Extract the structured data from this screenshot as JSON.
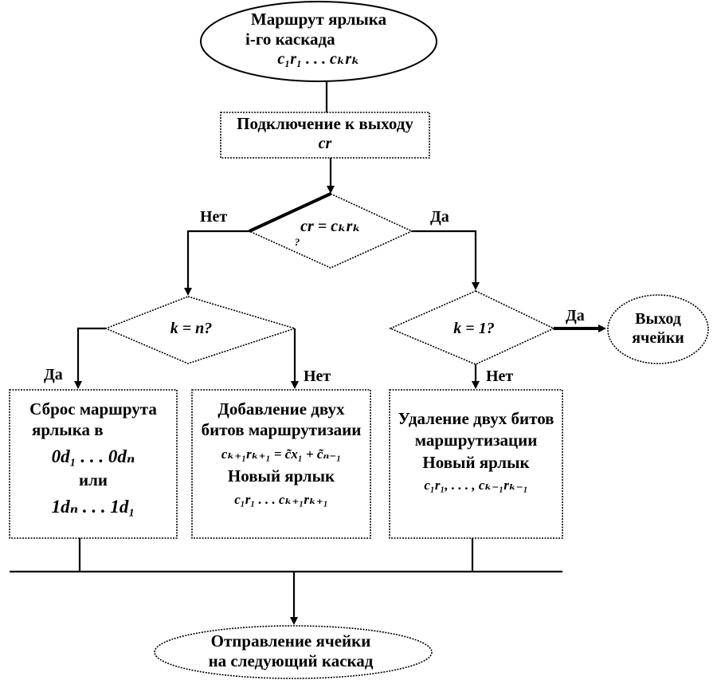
{
  "diagram": {
    "start": {
      "line1": "Маршрут ярлыка",
      "line2": "i-го каскада",
      "formula": "c₁r₁ . . . cₖrₖ"
    },
    "connect": {
      "line1": "Подключение к выходу",
      "formula": "cr"
    },
    "decision_main": {
      "formula": "cr = cₖrₖ",
      "sub_mark": "?"
    },
    "decision_left": {
      "formula": "k = n?"
    },
    "decision_right": {
      "formula": "k = 1?"
    },
    "exit": {
      "line1": "Выход",
      "line2": "ячейки"
    },
    "box_reset": {
      "line1": "Сброс маршрута",
      "line2": "ярлыка  в",
      "formula1": "0d₁ . . . 0dₙ",
      "or": "или",
      "formula2": "1dₙ . . . 1d₁"
    },
    "box_add": {
      "line1": "Добавление двух",
      "line2": "битов маршрутизаии",
      "formula1": "cₖ₊₁rₖ₊₁ = c̃x₁ + c̃ₙ₋₁",
      "line3": "Новый ярлык",
      "formula2": "c₁r₁ . . . cₖ₊₁rₖ₊₁"
    },
    "box_remove": {
      "line1": "Удаление двух битов",
      "line2": "маршрутизации",
      "line3": "Новый ярлык",
      "formula": "c₁r₁, . . . , cₖ₋₁rₖ₋₁"
    },
    "end": {
      "line1": "Отправление ячейки",
      "line2": "на следующий каскад"
    },
    "labels": {
      "main_no": "Нет",
      "main_yes": "Да",
      "left_yes": "Да",
      "left_no": "Нет",
      "right_yes": "Да",
      "right_no": "Нет"
    }
  }
}
